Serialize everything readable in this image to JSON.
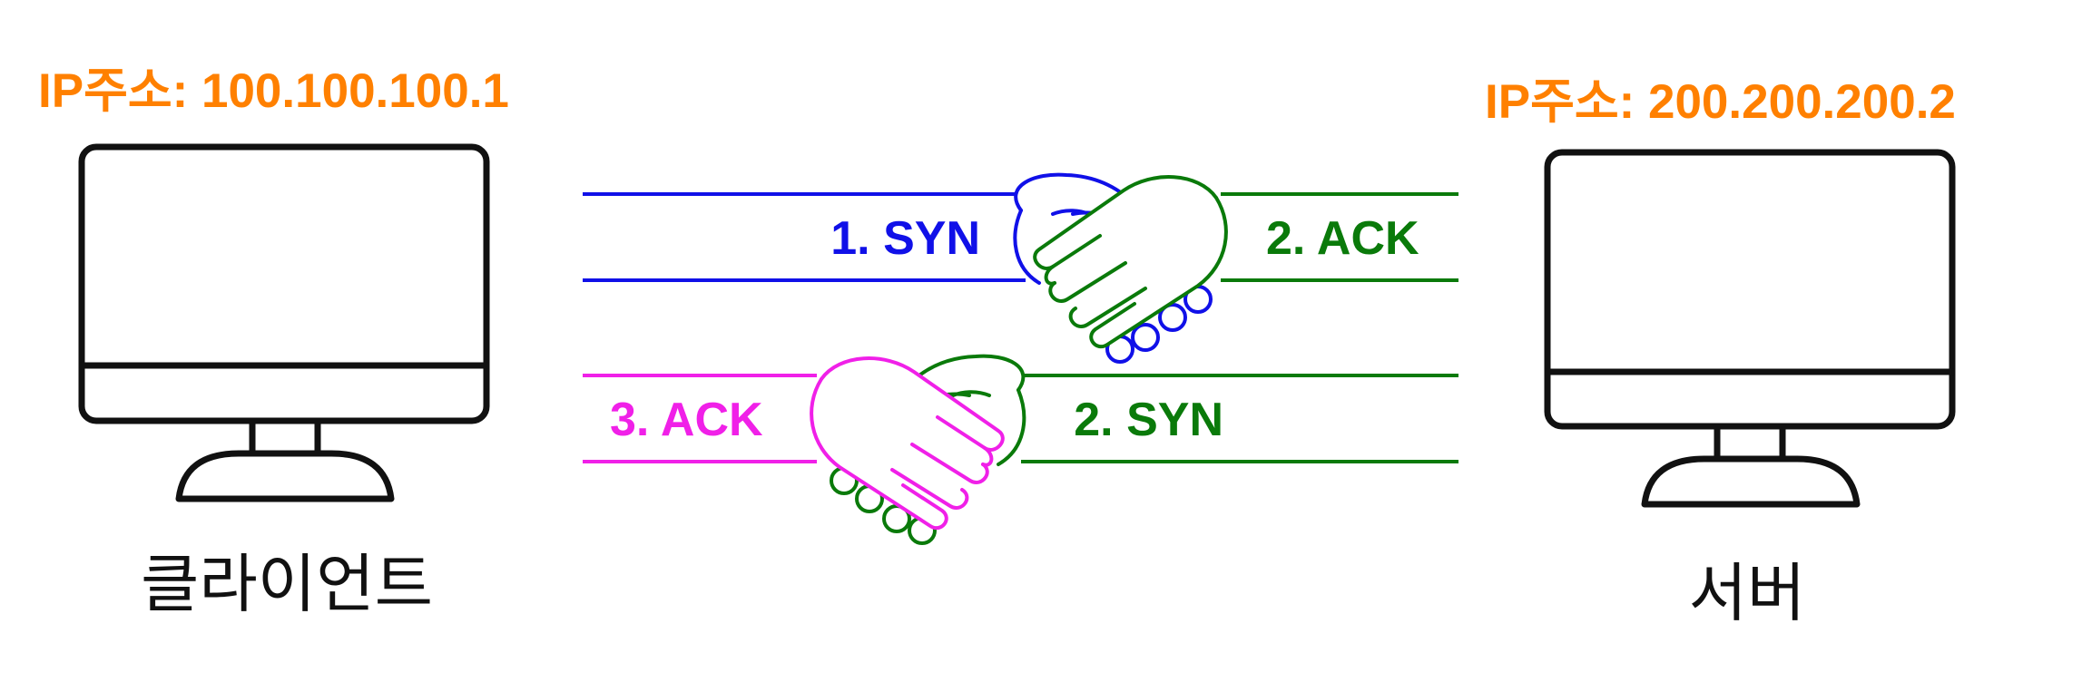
{
  "client": {
    "ip_label": "IP주소: 100.100.100.1",
    "name": "클라이언트"
  },
  "server": {
    "ip_label": "IP주소: 200.200.200.2",
    "name": "서버"
  },
  "handshake": {
    "top_left_label": "1. SYN",
    "top_right_label": "2. ACK",
    "bottom_left_label": "3. ACK",
    "bottom_right_label": "2. SYN"
  },
  "colors": {
    "ip_label": "#FF8000",
    "syn_1": "#1010E8",
    "ack_2": "#0A7A0A",
    "ack_3": "#F020E8",
    "monitor": "#111111",
    "device_name": "#111111"
  },
  "icons": {
    "client_device": "desktop-monitor-icon",
    "server_device": "desktop-monitor-icon",
    "top_handshake": "handshake-icon",
    "bottom_handshake": "handshake-icon"
  }
}
